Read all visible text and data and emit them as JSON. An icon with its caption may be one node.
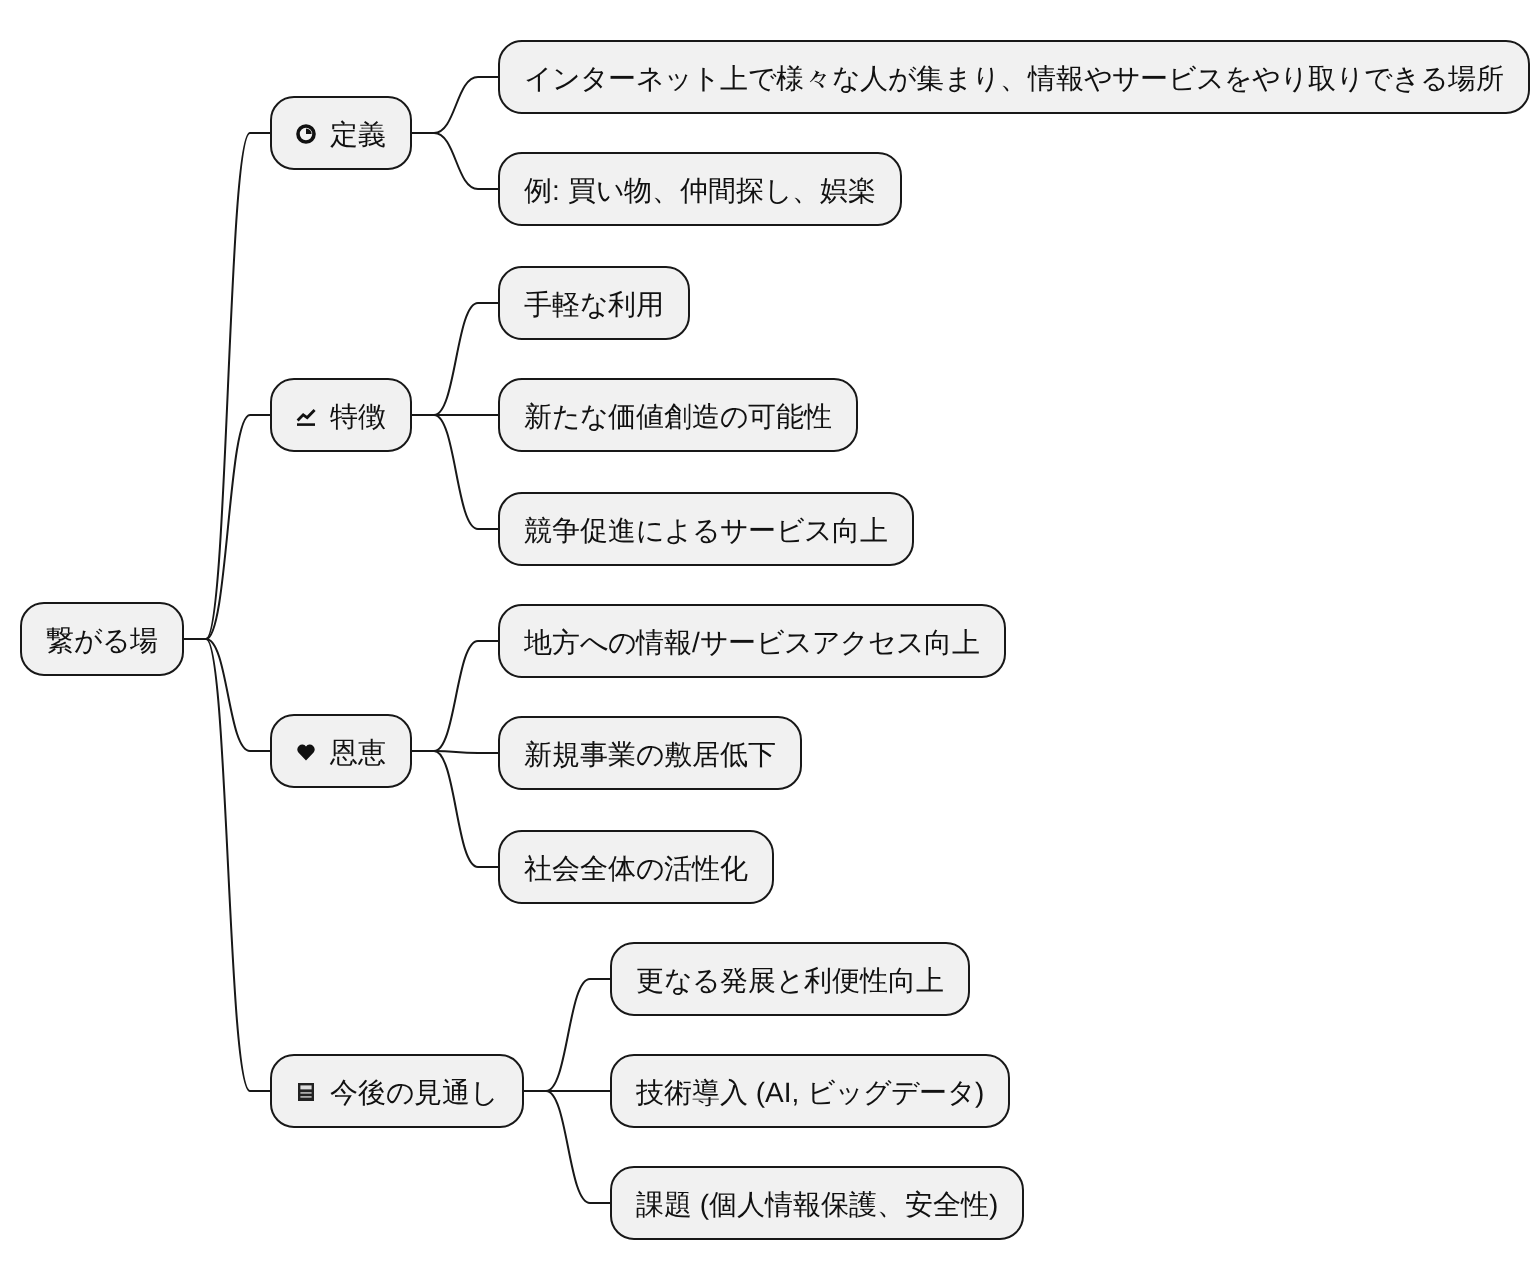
{
  "diagram": {
    "nodes": [
      {
        "text": [
          "繋がる場"
        ]
      },
      {
        "text": [
          "定義"
        ]
      },
      {
        "text": [
          "インターネット上で様々な人が集まり、情報やサービスをやり取りできる場所"
        ]
      },
      {
        "text": [
          "例: 買い物、仲間探し、娯楽"
        ]
      },
      {
        "text": [
          "特徴"
        ]
      },
      {
        "text": [
          "手軽な利用"
        ]
      },
      {
        "text": [
          "新たな価値創造の可能性"
        ]
      },
      {
        "text": [
          "競争促進によるサービス向上"
        ]
      },
      {
        "text": [
          "恩恵"
        ]
      },
      {
        "text": [
          "地方への情報/サービスアクセス向上"
        ]
      },
      {
        "text": [
          "新規事業の敷居低下"
        ]
      },
      {
        "text": [
          "社会全体の活性化"
        ]
      },
      {
        "text": [
          "今後の見通し"
        ]
      },
      {
        "text": [
          "更なる発展と利便性向上"
        ]
      },
      {
        "text": [
          "技術導入 (AI, ビッグデータ)"
        ]
      },
      {
        "text": [
          "課題 (個人情報保護、安全性)"
        ]
      }
    ],
    "edges": [
      {
        "from": 0,
        "to": 1,
        "arrow": "none"
      },
      {
        "from": 1,
        "to": 2,
        "arrow": "none"
      },
      {
        "from": 1,
        "to": 3,
        "arrow": "none"
      },
      {
        "from": 0,
        "to": 4,
        "arrow": "none"
      },
      {
        "from": 4,
        "to": 5,
        "arrow": "none"
      },
      {
        "from": 4,
        "to": 6,
        "arrow": "none"
      },
      {
        "from": 4,
        "to": 7,
        "arrow": "none"
      },
      {
        "from": 0,
        "to": 8,
        "arrow": "none"
      },
      {
        "from": 8,
        "to": 9,
        "arrow": "none"
      },
      {
        "from": 8,
        "to": 10,
        "arrow": "none"
      },
      {
        "from": 8,
        "to": 11,
        "arrow": "none"
      },
      {
        "from": 0,
        "to": 12,
        "arrow": "none"
      },
      {
        "from": 12,
        "to": 13,
        "arrow": "none"
      },
      {
        "from": 12,
        "to": 14,
        "arrow": "none"
      },
      {
        "from": 12,
        "to": 15,
        "arrow": "none"
      }
    ]
  }
}
